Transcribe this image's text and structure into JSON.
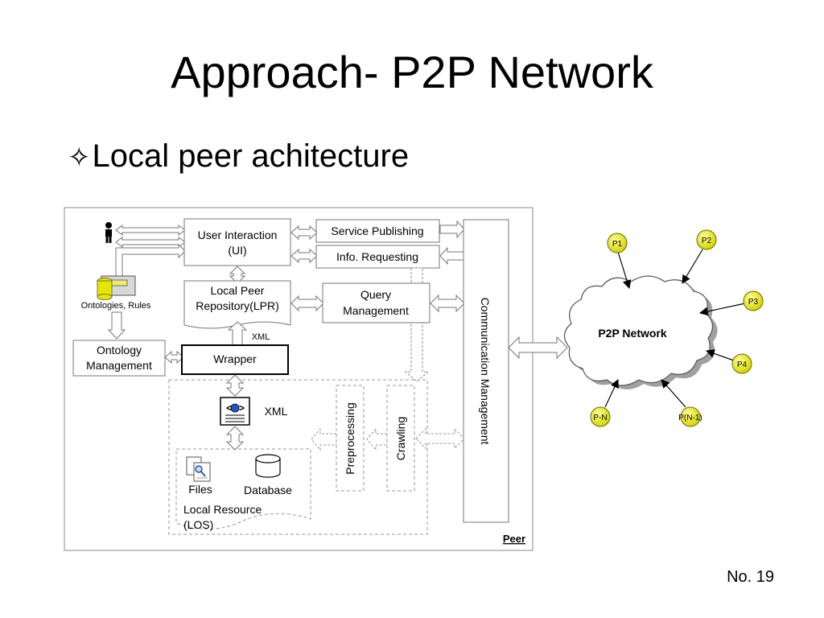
{
  "slide": {
    "title": "Approach- P2P Network",
    "bullet_glyph": "✧",
    "bullet_text": "Local peer achitecture",
    "number": "No. 19"
  },
  "peer": {
    "frame_label": "Peer",
    "user_interaction_line1": "User Interaction",
    "user_interaction_line2": "(UI)",
    "service_publishing": "Service Publishing",
    "info_requesting": "Info. Requesting",
    "ontologies_rules": "Ontologies, Rules",
    "local_peer_repository_line1": "Local Peer",
    "local_peer_repository_line2": "Repository(LPR)",
    "query_management_line1": "Query",
    "query_management_line2": "Management",
    "communication_management": "Communication Management",
    "ontology_management_line1": "Ontology",
    "ontology_management_line2": "Management",
    "wrapper": "Wrapper",
    "xml_small": "XML",
    "xml_doc": "XML",
    "preprocessing": "Preprocessing",
    "crawling": "Crawling",
    "files": "Files",
    "database": "Database",
    "local_resource_line1": "Local Resource",
    "local_resource_line2": "(LOS)"
  },
  "network": {
    "cloud_label": "P2P Network",
    "peers": [
      "P1",
      "P2",
      "P3",
      "P4",
      "P-N",
      "P(N-1)"
    ]
  },
  "colors": {
    "peer_node_fill": "#e6e600",
    "peer_node_stroke": "#6b6b00"
  }
}
